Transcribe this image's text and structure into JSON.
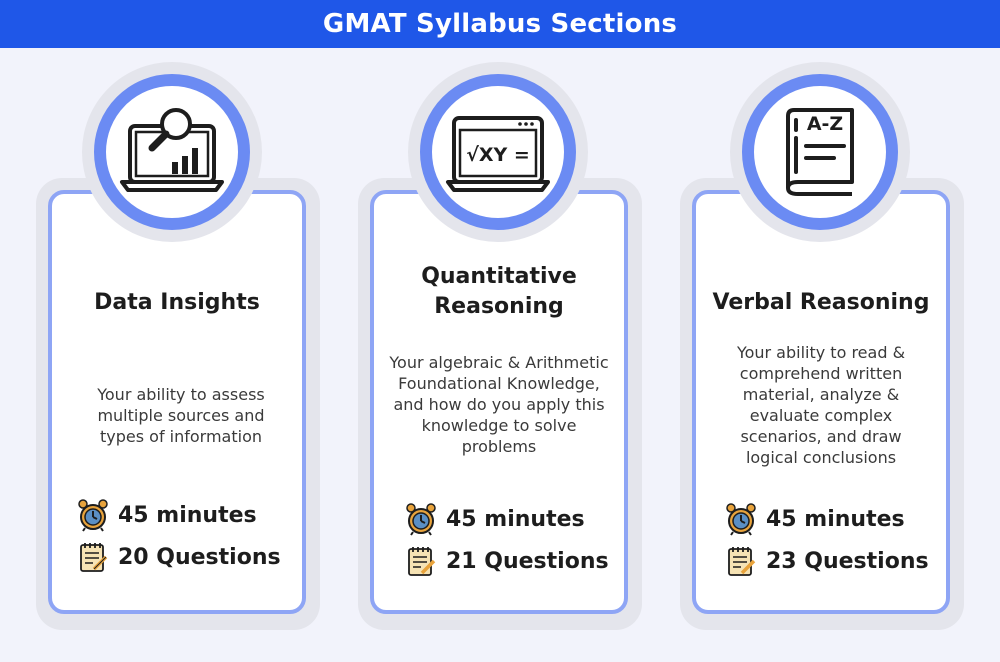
{
  "header": {
    "title": "GMAT Syllabus Sections"
  },
  "cards": [
    {
      "title": "Data Insights",
      "description": "Your ability to assess multiple sources and types of information",
      "duration": "45 minutes",
      "questions": "20 Questions",
      "icon": "laptop-magnifier-chart-icon"
    },
    {
      "title": "Quantitative Reasoning",
      "description": "Your algebraic & Arithmetic Foundational Knowledge, and how do you apply this knowledge to solve problems",
      "duration": "45 minutes",
      "questions": "21 Questions",
      "icon": "laptop-math-icon",
      "icon_text": "√XY ="
    },
    {
      "title": "Verbal Reasoning",
      "description": "Your ability to read & comprehend written material, analyze & evaluate complex scenarios, and draw logical conclusions",
      "duration": "45 minutes",
      "questions": "23 Questions",
      "icon": "book-a-z-icon",
      "icon_text": "A-Z"
    }
  ],
  "colors": {
    "banner": "#1f57e8",
    "ring": "#6b8bf3",
    "card_border": "#8ea5f5",
    "clock_face": "#5b8fc4",
    "clock_body": "#e8a33c"
  }
}
